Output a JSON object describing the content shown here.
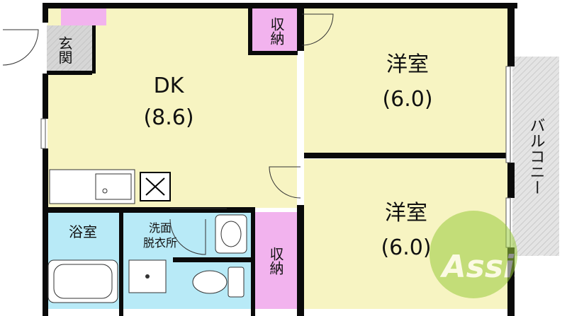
{
  "rooms": {
    "dk": {
      "name": "DK",
      "size": "(8.6)"
    },
    "western_room_1": {
      "name": "洋室",
      "size": "(6.0)"
    },
    "western_room_2": {
      "name": "洋室",
      "size": "(6.0)"
    },
    "storage_1": {
      "name": "収納"
    },
    "storage_2": {
      "name": "収納"
    },
    "entrance": {
      "name": "玄関"
    },
    "bathroom": {
      "name": "浴室"
    },
    "washroom": {
      "line1": "洗面",
      "line2": "脱衣所"
    },
    "balcony": {
      "name": "バルコニー"
    }
  },
  "watermark": {
    "text": "Assist"
  },
  "colors": {
    "floor": "#f7f4c2",
    "storage": "#f2b3ee",
    "wet_area": "#b8eaf7",
    "entrance": "#d6d6d6",
    "balcony": "#e4e4e4",
    "wall": "#0a0a0a",
    "watermark": "#9acb3c"
  }
}
